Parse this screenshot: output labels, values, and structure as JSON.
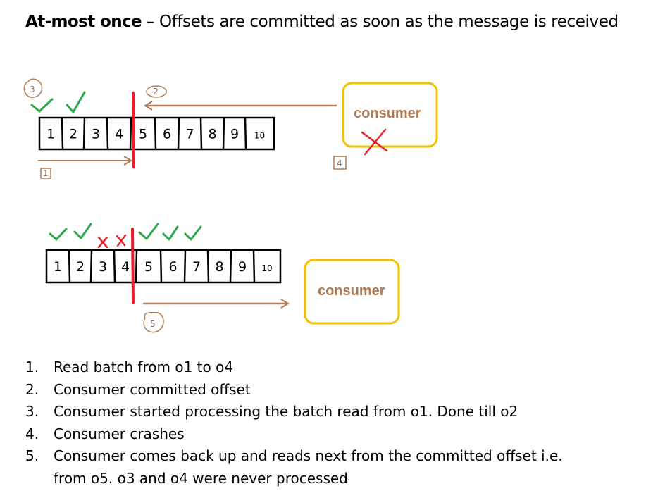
{
  "title": {
    "bold_part": "At-most once",
    "rest": " – Offsets are committed as soon as the message is received"
  },
  "diagram_top": {
    "cells": [
      "1",
      "2",
      "3",
      "4",
      "5",
      "6",
      "7",
      "8",
      "9",
      "10"
    ],
    "consumer_label": "consumer",
    "step_markers": [
      "3",
      "2",
      "1",
      "4"
    ]
  },
  "diagram_bottom": {
    "cells": [
      "1",
      "2",
      "3",
      "4",
      "5",
      "6",
      "7",
      "8",
      "9",
      "10"
    ],
    "consumer_label": "consumer",
    "step_markers": [
      "5"
    ]
  },
  "colors": {
    "accent_red": "#e8202a",
    "check_green": "#2ea84a",
    "arrow_brown": "#b07a52",
    "box_yellow": "#f2c200"
  },
  "steps": [
    {
      "number": "1.",
      "lines": [
        "Read batch from o1 to o4"
      ]
    },
    {
      "number": "2.",
      "lines": [
        "Consumer committed offset"
      ]
    },
    {
      "number": "3.",
      "lines": [
        "Consumer started processing the batch read from o1. Done till o2"
      ]
    },
    {
      "number": "4.",
      "lines": [
        "Consumer crashes"
      ]
    },
    {
      "number": "5.",
      "lines": [
        "Consumer comes back up and reads next from the committed offset i.e.",
        "from o5. o3 and o4 were never processed"
      ]
    }
  ]
}
